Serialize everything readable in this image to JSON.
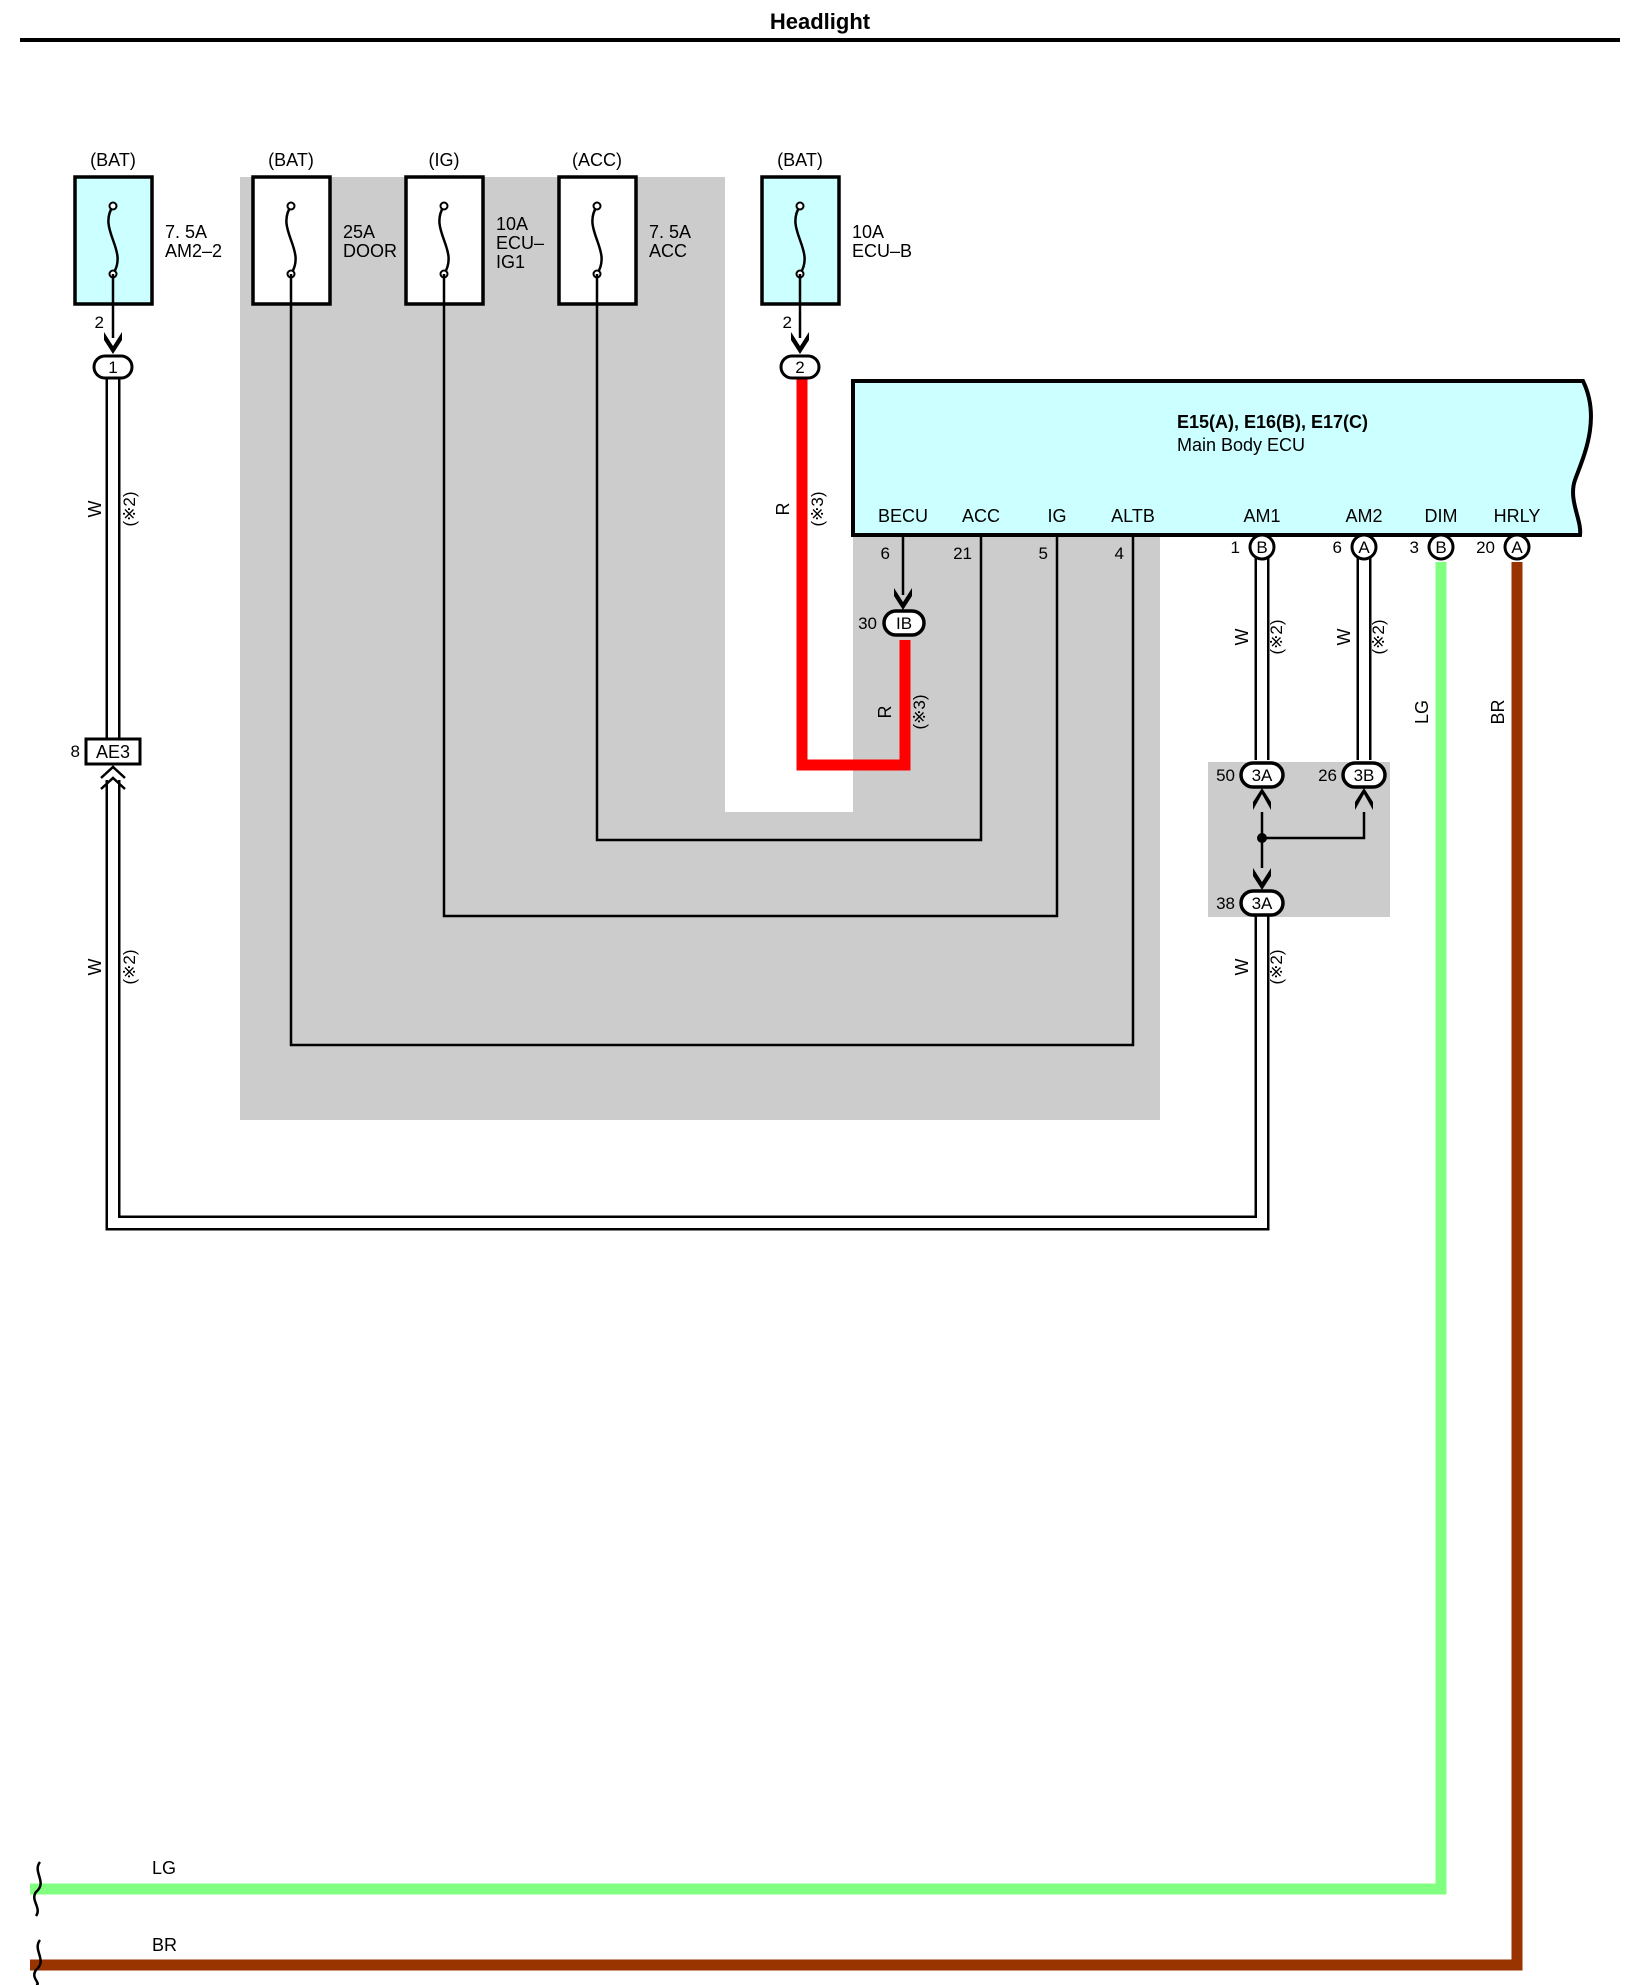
{
  "title": "Headlight",
  "fuses": [
    {
      "source": "(BAT)",
      "rating": "7. 5A",
      "name": "AM2–2",
      "name2": "",
      "fill": "#ccffff"
    },
    {
      "source": "(BAT)",
      "rating": "25A",
      "name": "DOOR",
      "name2": "",
      "fill": "#ffffff"
    },
    {
      "source": "(IG)",
      "rating": "10A",
      "name": "ECU–",
      "name2": "IG1",
      "fill": "#ffffff"
    },
    {
      "source": "(ACC)",
      "rating": "7. 5A",
      "name": "ACC",
      "name2": "",
      "fill": "#ffffff"
    },
    {
      "source": "(BAT)",
      "rating": "10A",
      "name": "ECU–B",
      "name2": "",
      "fill": "#ccffff"
    }
  ],
  "fuse_pins": {
    "am2": "2",
    "ecub": "2"
  },
  "ecu": {
    "code": "E15(A), E16(B), E17(C)",
    "name": "Main Body ECU",
    "fill": "#ccffff",
    "pins": [
      {
        "label": "BECU",
        "num": "6",
        "conn": ""
      },
      {
        "label": "ACC",
        "num": "21",
        "conn": ""
      },
      {
        "label": "IG",
        "num": "5",
        "conn": ""
      },
      {
        "label": "ALTB",
        "num": "4",
        "conn": ""
      },
      {
        "label": "AM1",
        "num": "1",
        "conn": "B"
      },
      {
        "label": "AM2",
        "num": "6",
        "conn": "A"
      },
      {
        "label": "DIM",
        "num": "3",
        "conn": "B"
      },
      {
        "label": "HRLY",
        "num": "20",
        "conn": "A"
      }
    ]
  },
  "connectors": {
    "c1": "1",
    "c2": "2",
    "ib": {
      "pin": "30",
      "label": "IB"
    },
    "ae3": {
      "pin": "8",
      "label": "AE3"
    },
    "c3a_top": {
      "pin": "50",
      "label": "3A"
    },
    "c3b_top": {
      "pin": "26",
      "label": "3B"
    },
    "c3a_bot": {
      "pin": "38",
      "label": "3A"
    }
  },
  "wire_labels": {
    "w": "W",
    "r": "R",
    "lg": "LG",
    "br": "BR",
    "note2": "(※2)",
    "note3": "(※3)"
  },
  "colors": {
    "shade": "#cccccc",
    "fuse_blue": "#ccffff",
    "red": "#ff0000",
    "lg": "#80ff80",
    "br": "#993300"
  }
}
